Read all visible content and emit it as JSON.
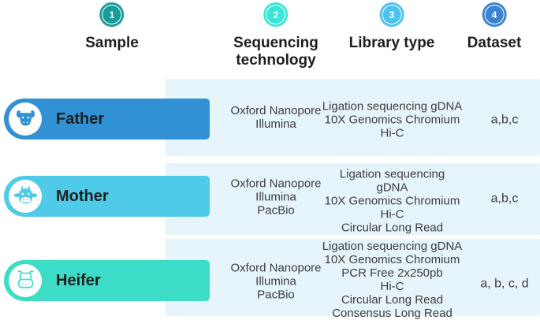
{
  "figure": {
    "panel_color": "#e6f5fb",
    "columns": [
      {
        "number": "1",
        "label": "Sample",
        "circle_color": "#189d9d"
      },
      {
        "number": "2",
        "label": "Sequencing\ntechnology",
        "circle_color": "#3be5d7"
      },
      {
        "number": "3",
        "label": "Library type",
        "circle_color": "#4cc2ef"
      },
      {
        "number": "4",
        "label": "Dataset",
        "circle_color": "#3b84d1"
      }
    ],
    "rows": [
      {
        "sample": "Father",
        "icon": "bull-head-icon",
        "bar_color": "#3191d4",
        "sequencing_technology": [
          "Oxford Nanopore",
          "Illumina"
        ],
        "library_type": [
          "Ligation sequencing gDNA",
          "10X Genomics Chromium",
          "Hi-C"
        ],
        "dataset": "a,b,c"
      },
      {
        "sample": "Mother",
        "icon": "cow-head-icon",
        "bar_color": "#4fcbe9",
        "sequencing_technology": [
          "Oxford Nanopore",
          "Illumina",
          "PacBio"
        ],
        "library_type": [
          "Ligation sequencing",
          "gDNA",
          "10X Genomics Chromium",
          "Hi-C",
          "Circular Long Read"
        ],
        "dataset": "a,b,c"
      },
      {
        "sample": "Heifer",
        "icon": "calf-head-icon",
        "bar_color": "#3cdcc7",
        "sequencing_technology": [
          "Oxford Nanopore",
          "Illumina",
          "PacBio"
        ],
        "library_type": [
          "Ligation sequencing gDNA",
          "10X Genomics Chromium",
          "PCR Free 2x250pb",
          "Hi-C",
          "Circular Long Read",
          "Consensus Long Read"
        ],
        "dataset": "a, b, c, d"
      }
    ]
  }
}
